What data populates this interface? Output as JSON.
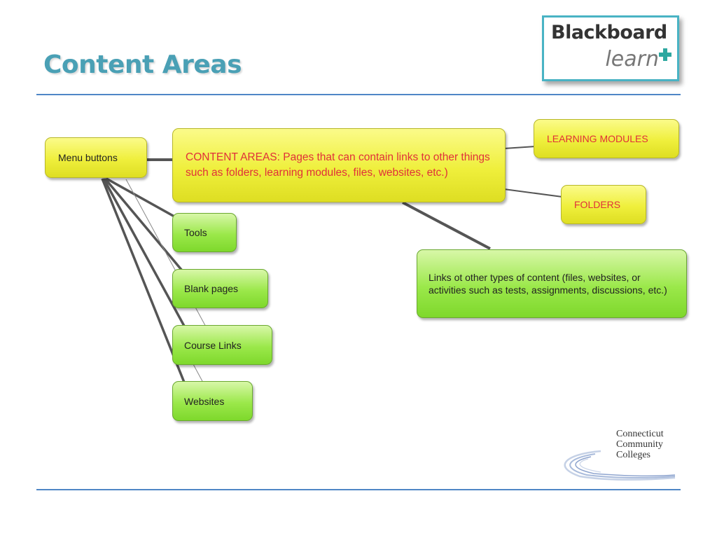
{
  "slide": {
    "title": "Content Areas"
  },
  "logo_blackboard": {
    "name": "blackboard-learn-logo",
    "main": "Blackboard",
    "sub": "learn"
  },
  "logo_ccc": {
    "lines": [
      "Connecticut",
      "Community",
      "Colleges"
    ]
  },
  "colors": {
    "title": "#4aa0b5",
    "rule": "#4f86c6",
    "yellow_node": "#efef3c",
    "green_node": "#9be84a",
    "red_text": "#e0303a"
  },
  "diagram": {
    "menu_buttons": "Menu buttons",
    "content_areas": "CONTENT AREAS: Pages that can contain links to other things such as folders, learning modules, files, websites, etc.)",
    "learning_modules": "LEARNING MODULES",
    "folders": "FOLDERS",
    "links_other": "Links ot other types of content (files, websites, or activities such as tests, assignments, discussions, etc.)",
    "tools": "Tools",
    "blank_pages": "Blank pages",
    "course_links": "Course Links",
    "websites": "Websites"
  }
}
